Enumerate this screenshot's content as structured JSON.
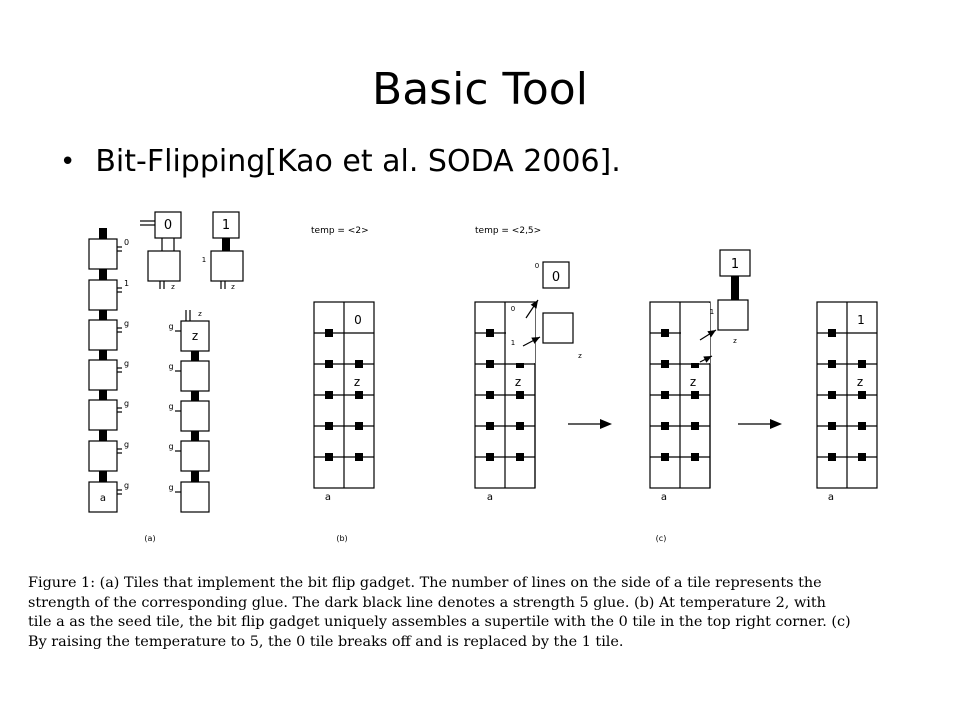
{
  "title": "Basic Tool",
  "bullet": "Bit-Flipping[Kao et al. SODA 2006].",
  "figure": {
    "panels": {
      "a": "(a)",
      "b": "(b)",
      "c": "(c)"
    },
    "temp_labels": {
      "b": "temp = <2>",
      "c": "temp = <2,5>"
    },
    "tile_labels": {
      "zero": "0",
      "one": "1",
      "z": "z",
      "a": "a"
    },
    "glue_labels": {
      "zero": "0",
      "one": "1",
      "g": "g",
      "z": "z"
    }
  },
  "caption": [
    "Figure 1:  (a) Tiles that implement the bit flip gadget.  The number of lines on the side of a tile represents the",
    "strength of the corresponding glue.  The dark black line denotes a strength 5 glue.  (b) At temperature 2, with",
    "tile a as the seed tile, the bit flip gadget uniquely assembles a supertile with the 0 tile in the top right corner. (c)",
    "By raising the temperature to 5, the 0 tile breaks off and is replaced by the 1 tile."
  ]
}
